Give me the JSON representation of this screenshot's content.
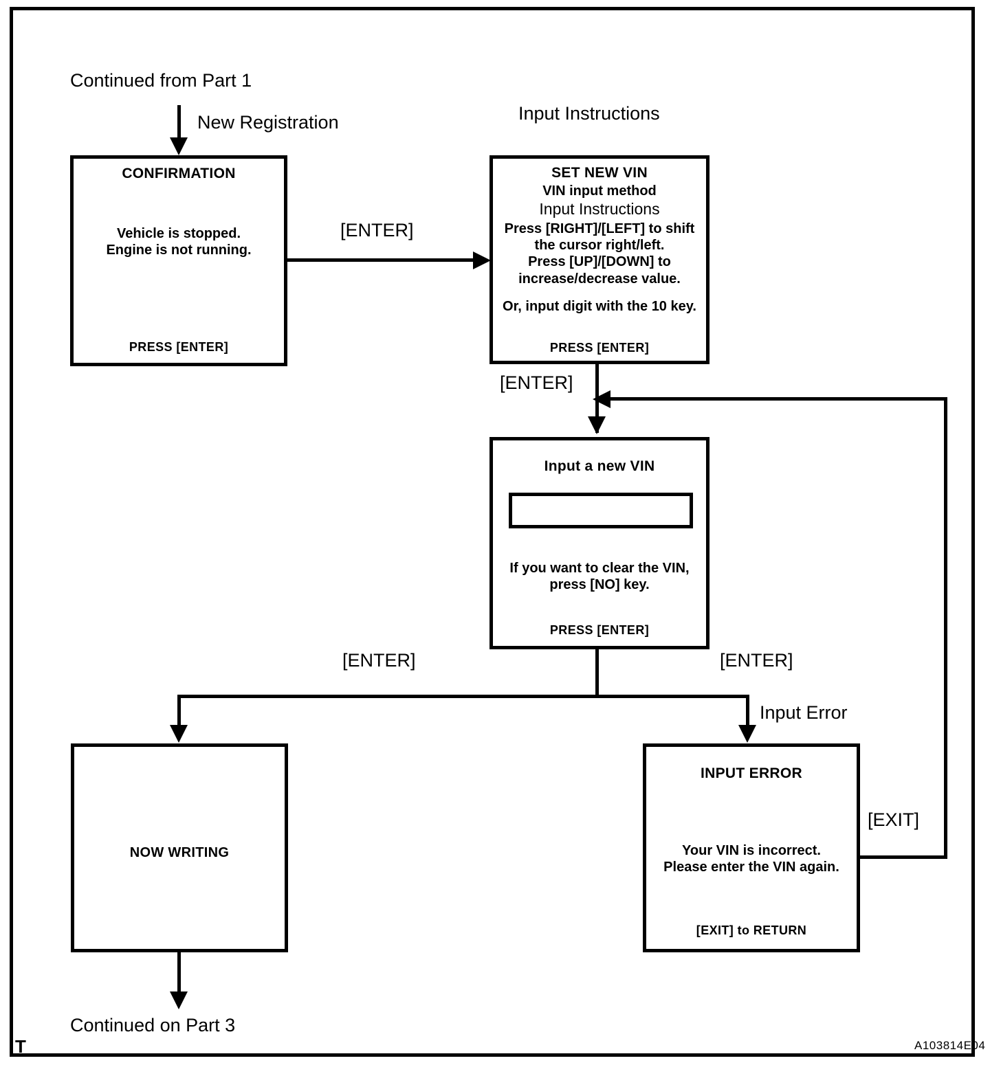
{
  "document": {
    "corner_mark": "T",
    "figure_code": "A103814E04"
  },
  "labels": {
    "continued_from": "Continued from Part 1",
    "new_registration": "New Registration",
    "input_instructions_caption": "Input Instructions",
    "continued_on": "Continued on Part 3",
    "input_error_branch": "Input Error"
  },
  "edges": {
    "enter_1": "[ENTER]",
    "enter_2": "[ENTER]",
    "enter_left": "[ENTER]",
    "enter_right": "[ENTER]",
    "exit": "[EXIT]"
  },
  "boxes": {
    "confirmation": {
      "title": "CONFIRMATION",
      "line1": "Vehicle is stopped.",
      "line2": "Engine is not running.",
      "footer": "PRESS [ENTER]"
    },
    "set_new_vin": {
      "title": "SET NEW VIN",
      "subtitle": "VIN input method",
      "heading": "Input Instructions",
      "line1": "Press [RIGHT]/[LEFT] to shift",
      "line2": "the cursor right/left.",
      "line3": "Press [UP]/[DOWN]  to",
      "line4": "increase/decrease value.",
      "line5": "Or, input digit with the 10 key.",
      "footer": "PRESS [ENTER]"
    },
    "input_new_vin": {
      "title": "Input a new VIN",
      "field_value": "",
      "line1": "If you want to clear the VIN,",
      "line2": "press [NO] key.",
      "footer": "PRESS [ENTER]"
    },
    "now_writing": {
      "title": "NOW WRITING"
    },
    "input_error": {
      "title": "INPUT  ERROR",
      "line1": "Your VIN is incorrect.",
      "line2": "Please enter the VIN again.",
      "footer": "[EXIT] to RETURN"
    }
  }
}
